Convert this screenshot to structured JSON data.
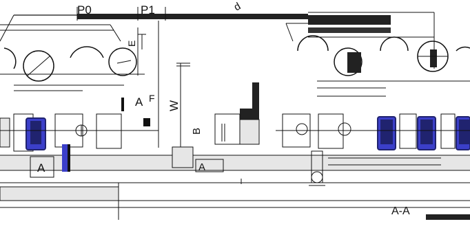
{
  "labels": {
    "p0": "P0",
    "p1": "P1",
    "d": "d",
    "e": "E",
    "f": "F",
    "a_upper": "A",
    "w": "W",
    "b": "B",
    "a_left": "A",
    "a_mid": "A",
    "section": "A-A"
  },
  "colors": {
    "line": "#111111",
    "dark_band": "#222222",
    "component_blue": "#3b3fc9",
    "component_blue_dark": "#20236f",
    "gray_fill": "#e6e6e6"
  }
}
